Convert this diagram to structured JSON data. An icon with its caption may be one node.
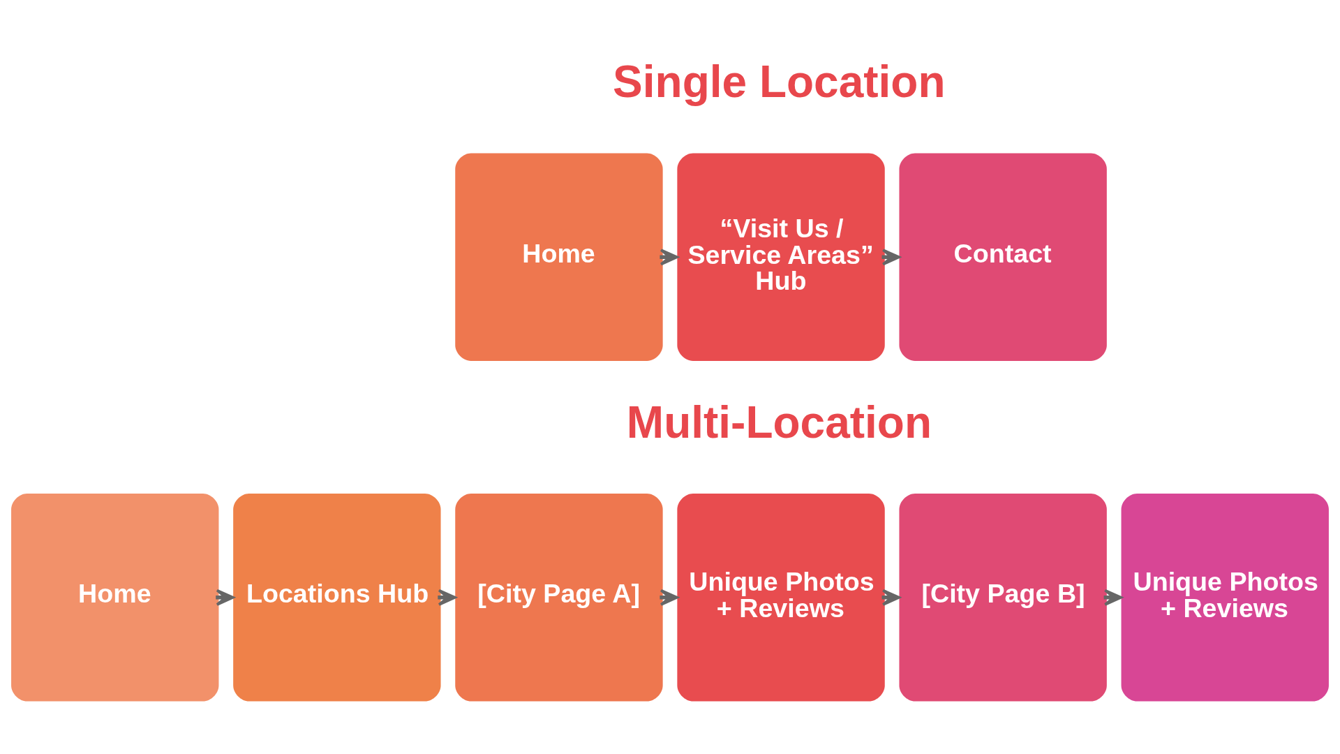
{
  "diagram": {
    "nodes": [
      {
        "text": [
          "Home"
        ]
      },
      {
        "text": [
          "“Visit Us / Service Areas” Hub"
        ]
      },
      {
        "text": [
          "Contact"
        ]
      },
      {
        "text": [
          "Home"
        ]
      },
      {
        "text": [
          "Locations Hub"
        ]
      },
      {
        "text": [
          "[City Page A]"
        ]
      },
      {
        "text": [
          "Unique Photos + Reviews"
        ]
      },
      {
        "text": [
          "[City Page B]"
        ]
      },
      {
        "text": [
          "Unique Photos + Reviews"
        ]
      }
    ],
    "edges": [
      {
        "from": 0,
        "to": 1,
        "arrow": "to"
      },
      {
        "from": 1,
        "to": 2,
        "arrow": "to"
      },
      {
        "from": 3,
        "to": 4,
        "arrow": "to"
      },
      {
        "from": 4,
        "to": 5,
        "arrow": "to"
      },
      {
        "from": 5,
        "to": 6,
        "arrow": "to"
      },
      {
        "from": 6,
        "to": 7,
        "arrow": "to"
      },
      {
        "from": 7,
        "to": 8,
        "arrow": "to"
      }
    ],
    "labels": [
      "Single Location",
      "Multi-Location"
    ]
  }
}
